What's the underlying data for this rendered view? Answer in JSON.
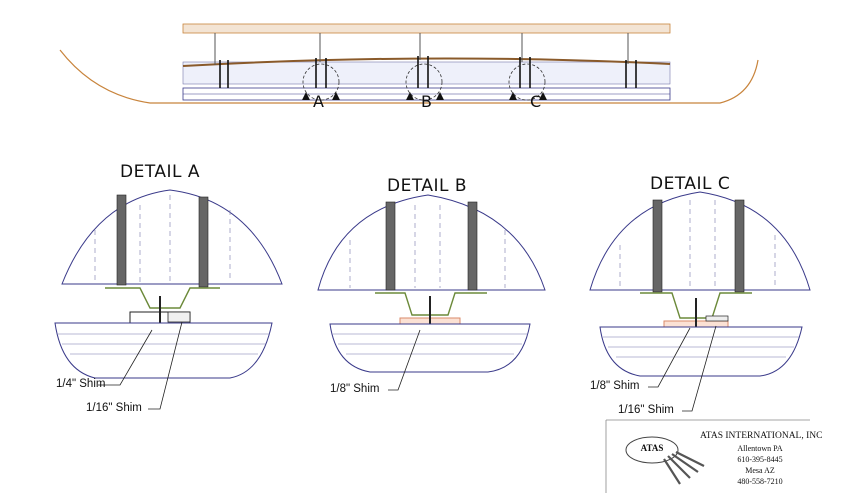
{
  "section": {
    "markers": [
      "A",
      "B",
      "C"
    ]
  },
  "details": [
    {
      "title": "DETAIL  A",
      "shims": [
        "1/4\" Shim",
        "1/16\" Shim"
      ]
    },
    {
      "title": "DETAIL  B",
      "shims": [
        "1/8\" Shim"
      ]
    },
    {
      "title": "DETAIL  C",
      "shims": [
        "1/8\" Shim",
        "1/16\" Shim"
      ]
    }
  ],
  "title_block": {
    "logo": "ATAS",
    "company": "ATAS INTERNATIONAL, INC",
    "city1": "Allentown PA",
    "phone1": "610-395-8445",
    "city2": "Mesa AZ",
    "phone2": "480-558-7210"
  },
  "colors": {
    "wall": "#c8843c",
    "panel_outline": "#3a3a8a",
    "purlin": "#6c8a3a",
    "shim": "#d98a6a",
    "screw": "#333333"
  }
}
